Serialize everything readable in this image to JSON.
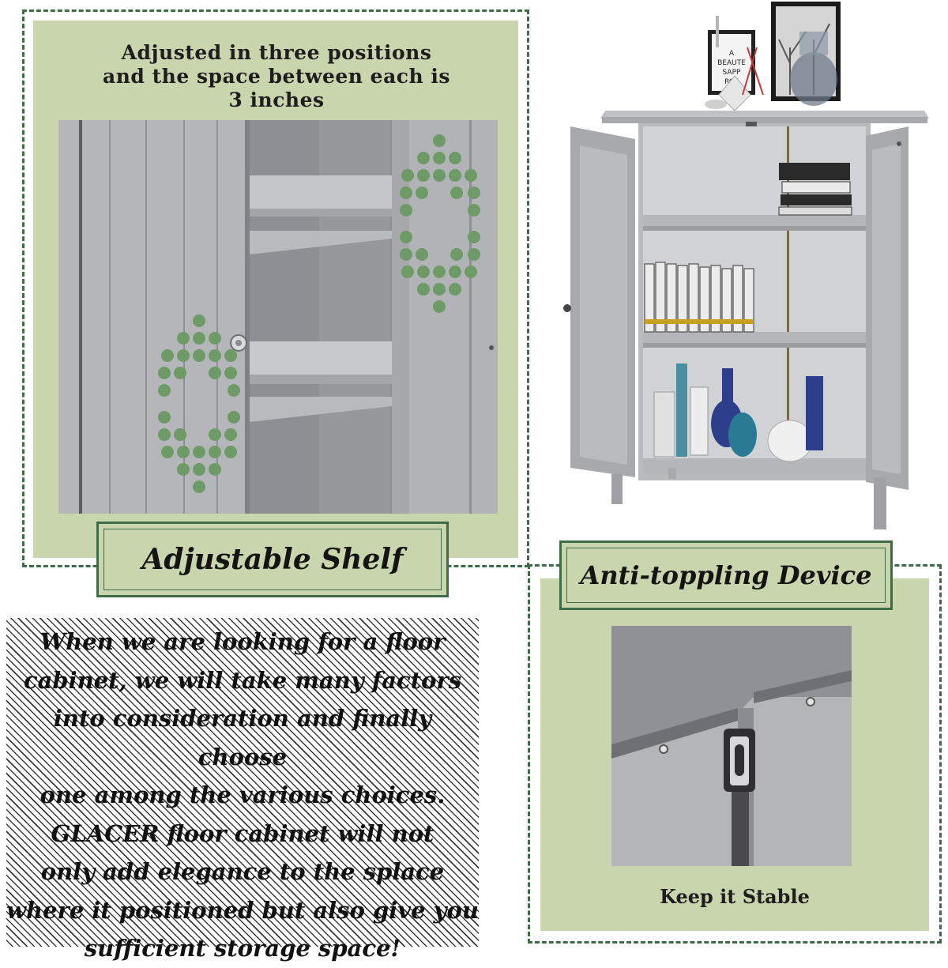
{
  "adjustable_section": {
    "heading_line1": "Adjusted in three positions",
    "heading_line2": "and the space between each is",
    "heading_line3": "3 inches",
    "label": "Adjustable Shelf"
  },
  "anti_toppling_section": {
    "label": "Anti-toppling Device",
    "caption": "Keep it Stable"
  },
  "description": {
    "lines": [
      "When we are looking for a floor",
      "cabinet, we will take many factors",
      "into consideration and finally choose",
      "one among the various choices.",
      "GLACER floor cabinet will not",
      "only add elegance to the splace",
      "where it positioned but also give you",
      "sufficient storage space!"
    ]
  },
  "product_photo": {
    "frame_text_1": "A",
    "frame_text_2": "BEAUTE",
    "frame_text_3": "SAPP",
    "frame_text_4": "RCE"
  },
  "colors": {
    "panel_green": "#c9d6ad",
    "frame_green": "#3e6b48",
    "dot_green": "#6d9a66",
    "cabinet_gray": "#a9abaf"
  }
}
